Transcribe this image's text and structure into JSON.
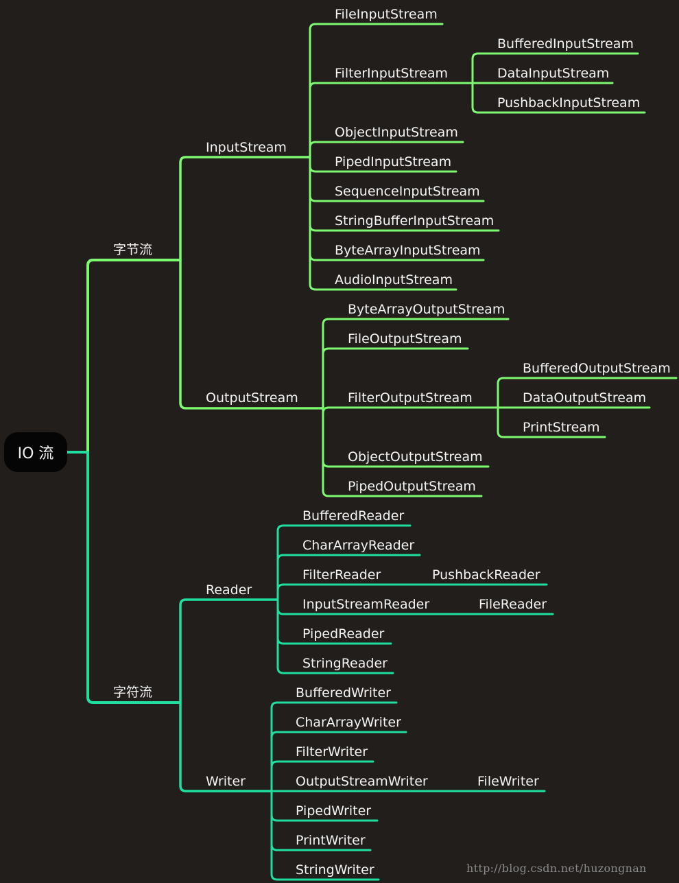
{
  "root": "IO 流",
  "watermark": "http://blog.csdn.net/huzongnan",
  "colors": {
    "background": "#221e1c",
    "byte_branch": "#7dfa6f",
    "char_branch": "#1edfa0"
  },
  "byte": {
    "label": "字节流",
    "input": {
      "label": "InputStream",
      "children": [
        "FileInputStream",
        "FilterInputStream",
        "ObjectInputStream",
        "PipedInputStream",
        "SequenceInputStream",
        "StringBufferInputStream",
        "ByteArrayInputStream",
        "AudioInputStream"
      ],
      "filter_children": [
        "BufferedInputStream",
        "DataInputStream",
        "PushbackInputStream"
      ]
    },
    "output": {
      "label": "OutputStream",
      "children": [
        "ByteArrayOutputStream",
        "FileOutputStream",
        "FilterOutputStream",
        "ObjectOutputStream",
        "PipedOutputStream"
      ],
      "filter_children": [
        "BufferedOutputStream",
        "DataOutputStream",
        "PrintStream"
      ]
    }
  },
  "char": {
    "label": "字符流",
    "reader": {
      "label": "Reader",
      "children": [
        "BufferedReader",
        "CharArrayReader",
        "FilterReader",
        "InputStreamReader",
        "PipedReader",
        "StringReader"
      ],
      "filter_child": "PushbackReader",
      "isr_child": "FileReader"
    },
    "writer": {
      "label": "Writer",
      "children": [
        "BufferedWriter",
        "CharArrayWriter",
        "FilterWriter",
        "OutputStreamWriter",
        "PipedWriter",
        "PrintWriter",
        "StringWriter"
      ],
      "osw_child": "FileWriter"
    }
  }
}
